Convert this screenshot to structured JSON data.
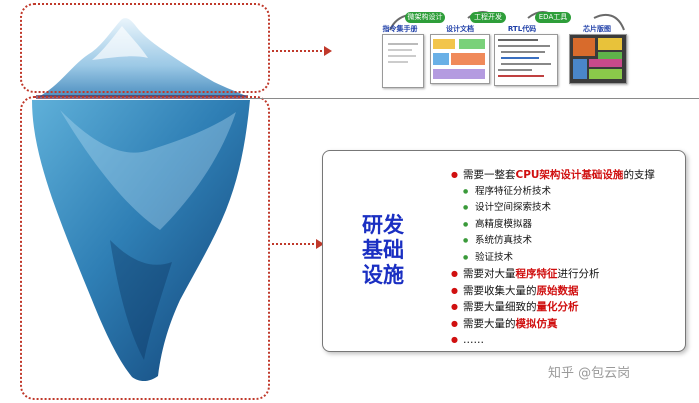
{
  "flow": {
    "steps": [
      "微架构设计",
      "工程开发",
      "EDA工具"
    ],
    "docs": [
      "指令集手册",
      "设计文档",
      "RTL代码",
      "芯片版图"
    ]
  },
  "panel": {
    "title_lines": [
      "研发",
      "基础",
      "设施"
    ],
    "items": [
      {
        "level": 1,
        "parts": [
          {
            "t": "需要一整套",
            "hl": false
          },
          {
            "t": "CPU架构设计基础设施",
            "hl": true
          },
          {
            "t": "的支撑",
            "hl": false
          }
        ]
      },
      {
        "level": 2,
        "parts": [
          {
            "t": "程序特征分析技术",
            "hl": false
          }
        ]
      },
      {
        "level": 2,
        "parts": [
          {
            "t": "设计空间探索技术",
            "hl": false
          }
        ]
      },
      {
        "level": 2,
        "parts": [
          {
            "t": "高精度模拟器",
            "hl": false
          }
        ]
      },
      {
        "level": 2,
        "parts": [
          {
            "t": "系统仿真技术",
            "hl": false
          }
        ]
      },
      {
        "level": 2,
        "parts": [
          {
            "t": "验证技术",
            "hl": false
          }
        ]
      },
      {
        "level": 1,
        "parts": [
          {
            "t": "需要对大量",
            "hl": false
          },
          {
            "t": "程序特征",
            "hl": true
          },
          {
            "t": "进行分析",
            "hl": false
          }
        ]
      },
      {
        "level": 1,
        "parts": [
          {
            "t": "需要收集大量的",
            "hl": false
          },
          {
            "t": "原始数据",
            "hl": true
          }
        ]
      },
      {
        "level": 1,
        "parts": [
          {
            "t": "需要大量细致的",
            "hl": false
          },
          {
            "t": "量化分析",
            "hl": true
          }
        ]
      },
      {
        "level": 1,
        "parts": [
          {
            "t": "需要大量的",
            "hl": false
          },
          {
            "t": "模拟仿真",
            "hl": true
          }
        ]
      },
      {
        "level": 1,
        "parts": [
          {
            "t": "……",
            "hl": false
          }
        ]
      }
    ]
  },
  "watermark": "知乎 @包云岗",
  "colors": {
    "accent_red": "#d01010",
    "title_blue": "#1a2fc2",
    "flow_green": "#2e9e3a",
    "dotted_border": "#c0392b"
  }
}
